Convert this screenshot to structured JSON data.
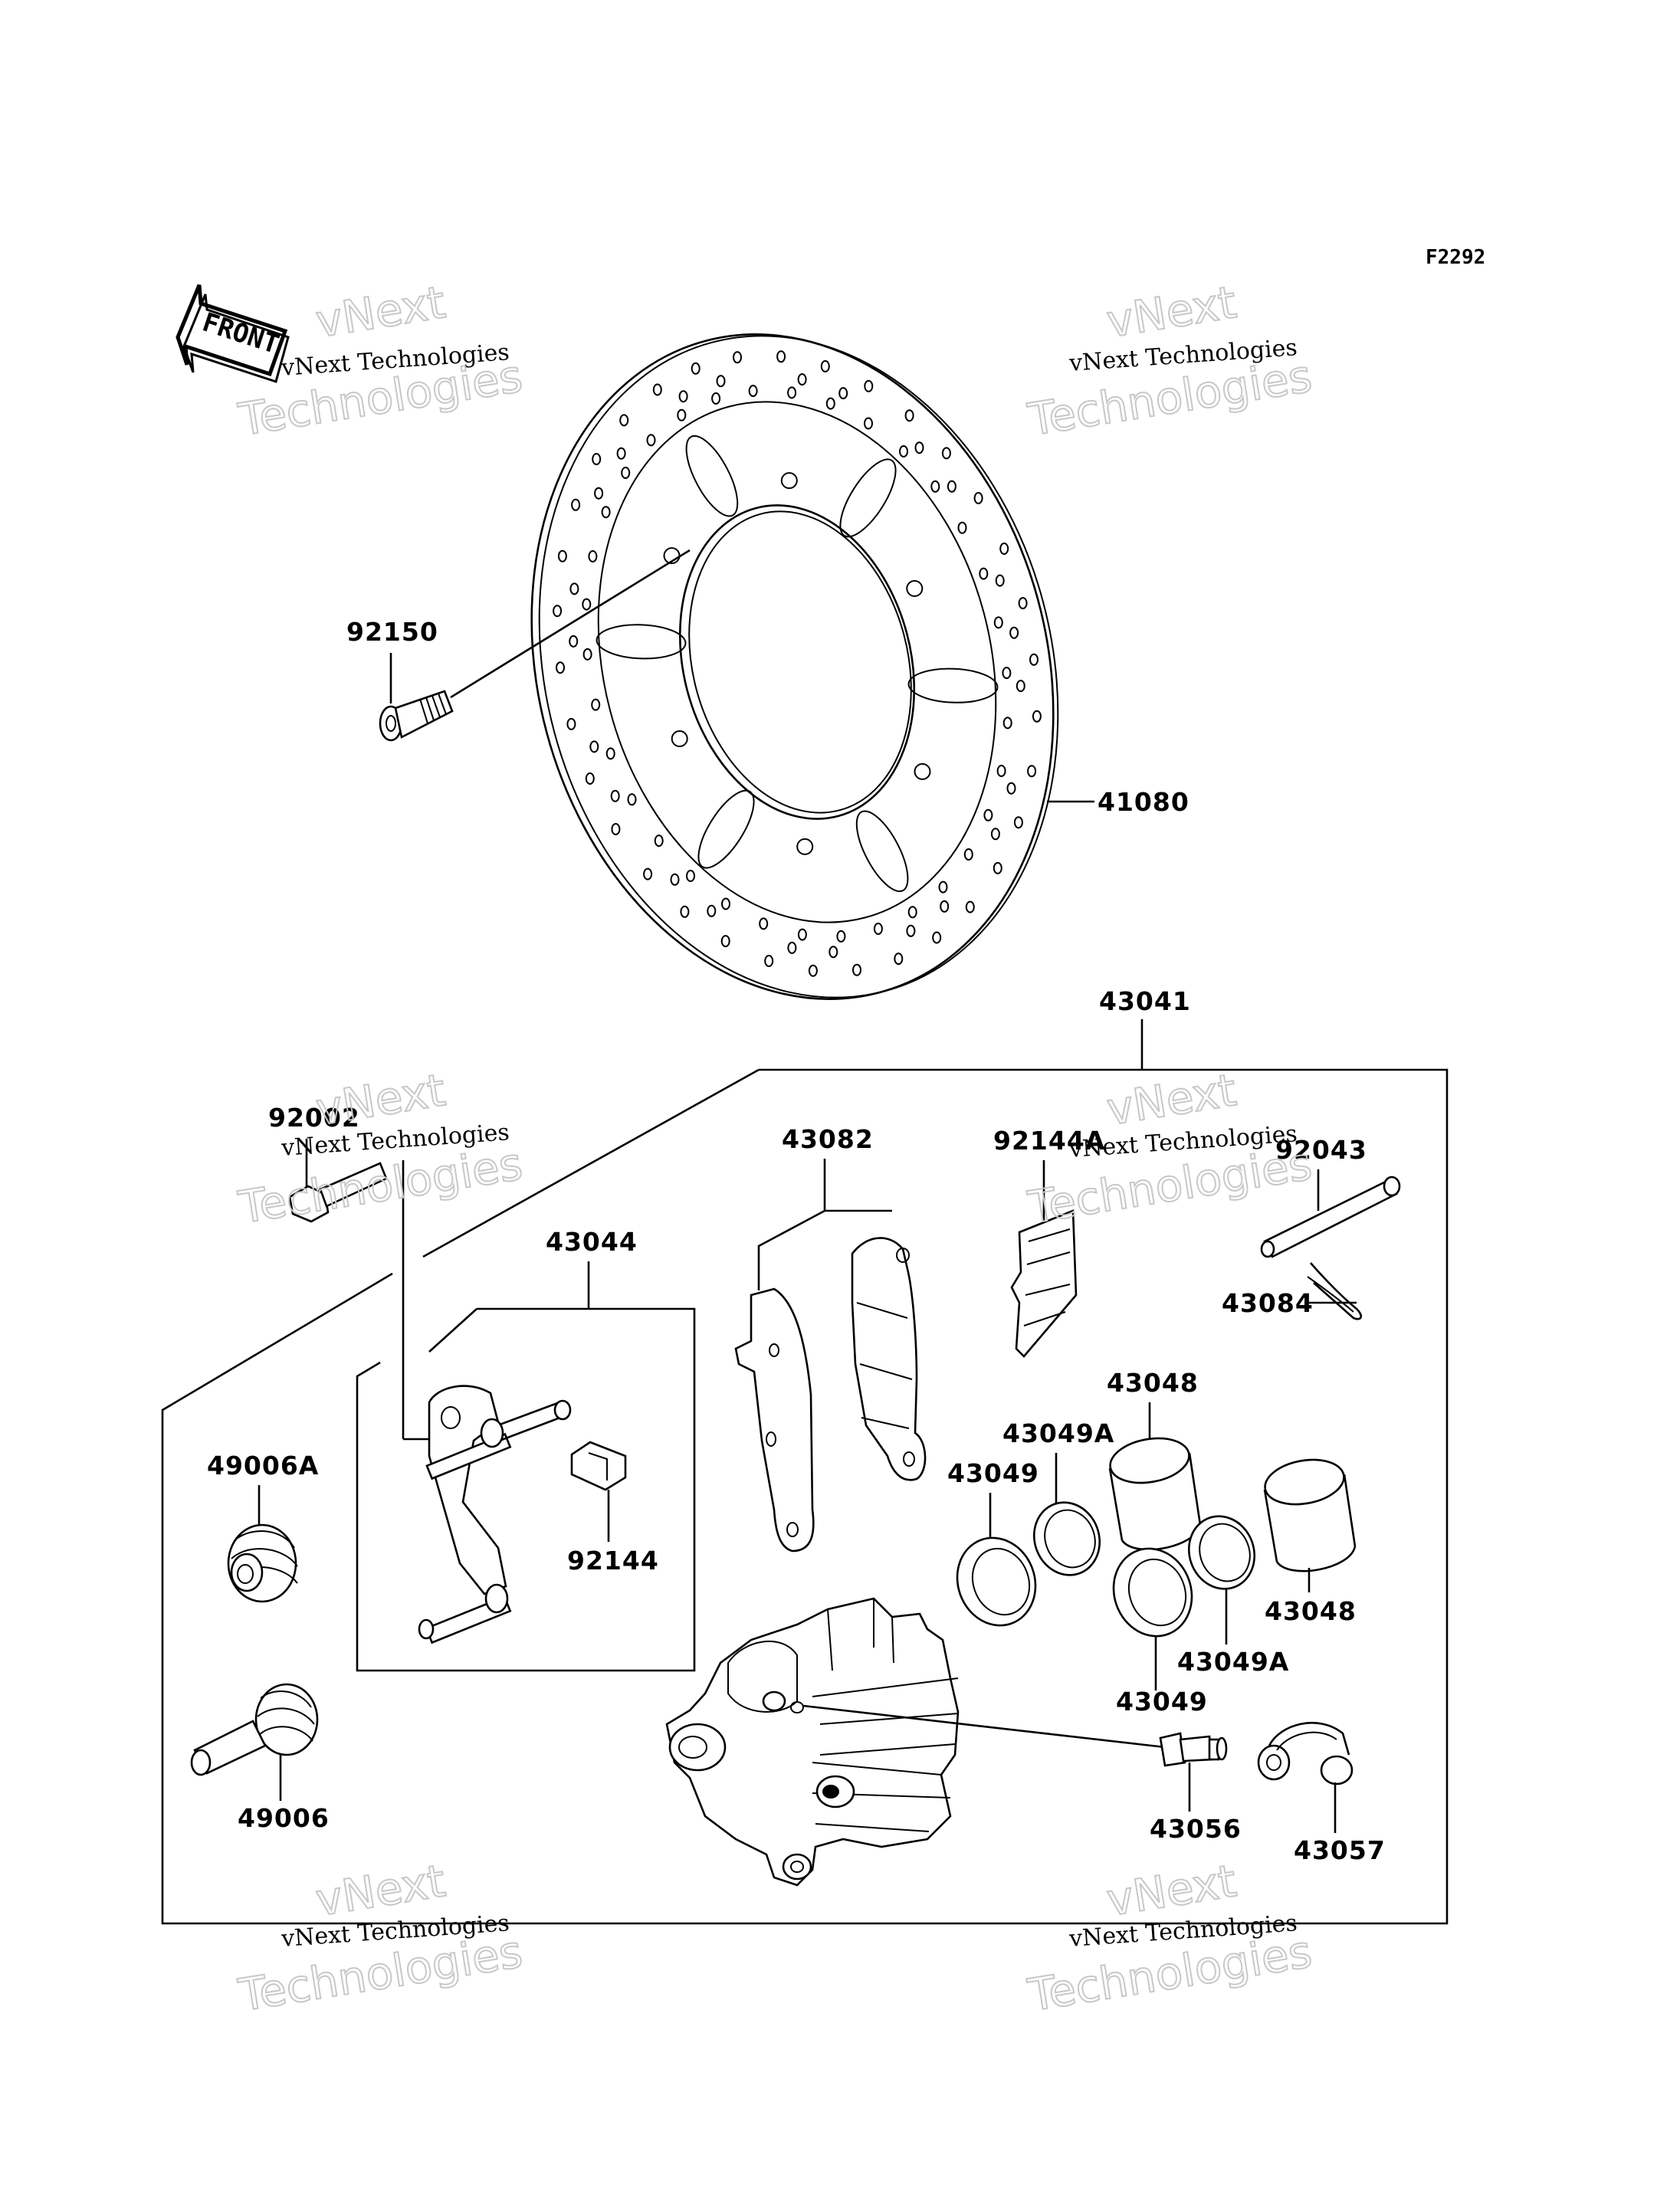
{
  "figure_code": "F2292",
  "front_marker": "FRONT",
  "watermark": {
    "line1": "vNext",
    "line2": "vNext Technologies",
    "line3": "Technologies"
  },
  "parts": {
    "p92150": "92150",
    "p41080": "41080",
    "p43041": "43041",
    "p92002": "92002",
    "p43082": "43082",
    "p92144A": "92144A",
    "p92043": "92043",
    "p43044": "43044",
    "p43084": "43084",
    "p43048_top": "43048",
    "p43049A_top": "43049A",
    "p43049_top": "43049",
    "p49006A": "49006A",
    "p92144": "92144",
    "p43048_bottom": "43048",
    "p43049A_bottom": "43049A",
    "p43049_bottom": "43049",
    "p49006": "49006",
    "p43056": "43056",
    "p43057": "43057"
  }
}
